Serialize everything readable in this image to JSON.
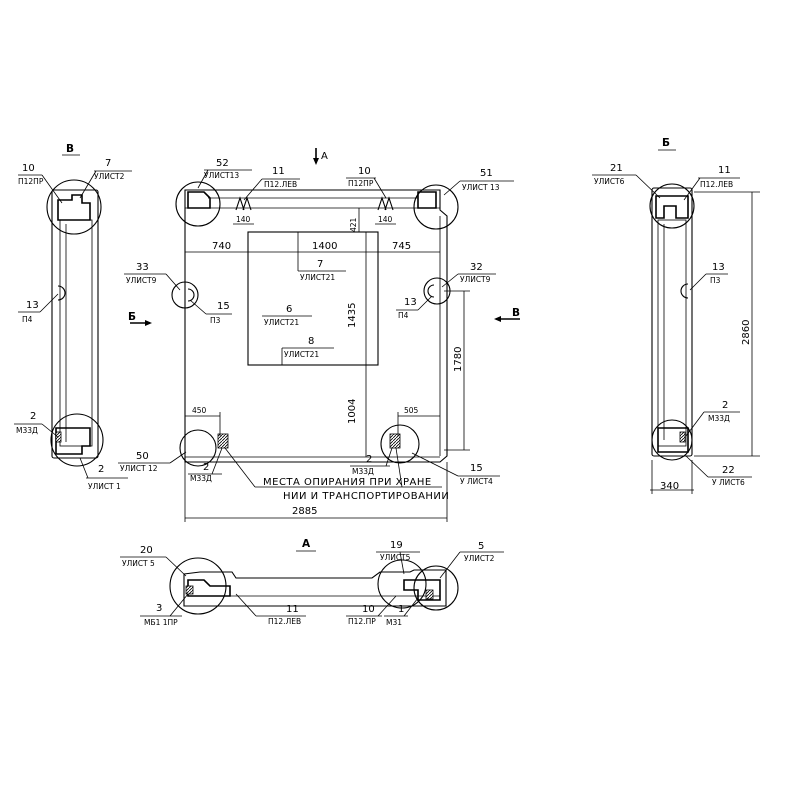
{
  "views": {
    "side_v": {
      "title": "В",
      "markers": [
        {
          "num": "10",
          "ref": "П12ПР"
        },
        {
          "num": "7",
          "ref": "УЛИСТ2"
        },
        {
          "num": "13",
          "ref": "П4"
        },
        {
          "num": "2",
          "ref": "М33Д"
        },
        {
          "num": "2",
          "ref": "УЛИСТ 1"
        }
      ]
    },
    "main": {
      "section_a_mark": "А",
      "section_b_mark": "Б",
      "section_v_mark": "В",
      "markers": [
        {
          "num": "52",
          "ref": "УЛИСТ13"
        },
        {
          "num": "11",
          "ref": "П12.ЛЕВ"
        },
        {
          "num": "10",
          "ref": "П12ПР"
        },
        {
          "num": "51",
          "ref": "УЛИСТ 13"
        },
        {
          "num": "33",
          "ref": "УЛИСТ9"
        },
        {
          "num": "32",
          "ref": "УЛИСТ9"
        },
        {
          "num": "15",
          "ref": "П3"
        },
        {
          "num": "13",
          "ref": "П4"
        },
        {
          "num": "7",
          "ref": "УЛИСТ21"
        },
        {
          "num": "6",
          "ref": "УЛИСТ21"
        },
        {
          "num": "8",
          "ref": "УЛИСТ21"
        },
        {
          "num": "50",
          "ref": "УЛИСТ 12"
        },
        {
          "num": "2",
          "ref": "М33Д"
        },
        {
          "num": "2",
          "ref": "М33Д"
        },
        {
          "num": "15",
          "ref": "У ЛИСТ4"
        }
      ],
      "dims": {
        "d140a": "140",
        "d140b": "140",
        "d421": "421",
        "d740": "740",
        "d1400": "1400",
        "d745": "745",
        "d1435": "1435",
        "d1004": "1004",
        "d1780": "1780",
        "d450": "450",
        "d505": "505",
        "d2885": "2885"
      },
      "note_line1": "МЕСТА ОПИРАНИЯ ПРИ ХРАНЕ",
      "note_line2": "НИИ И ТРАНСПОРТИРОВАНИИ"
    },
    "side_b": {
      "title": "Б",
      "markers": [
        {
          "num": "21",
          "ref": "УЛИСТ6"
        },
        {
          "num": "11",
          "ref": "П12.ЛЕВ"
        },
        {
          "num": "13",
          "ref": "П3"
        },
        {
          "num": "2",
          "ref": "М33Д"
        },
        {
          "num": "22",
          "ref": "У ЛИСТ6"
        }
      ],
      "dims": {
        "height": "2860",
        "width": "340"
      }
    },
    "section_a": {
      "title": "А",
      "markers": [
        {
          "num": "20",
          "ref": "УЛИСТ 5"
        },
        {
          "num": "19",
          "ref": "УЛИСТ5"
        },
        {
          "num": "5",
          "ref": "УЛИСТ2"
        },
        {
          "num": "3",
          "ref": "МБ1 1ПР"
        },
        {
          "num": "11",
          "ref": "П12.ЛЕВ"
        },
        {
          "num": "10",
          "ref": "П12.ПР"
        },
        {
          "num": "1",
          "ref": "М31"
        }
      ]
    }
  }
}
